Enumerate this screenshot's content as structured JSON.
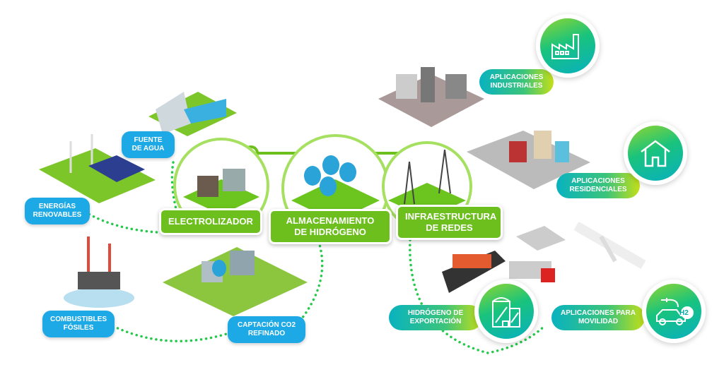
{
  "sources": {
    "water": "FUENTE DE AGUA",
    "renewables": "ENERGÍAS RENOVABLES",
    "fossil": "COMBUSTIBLES FÓSILES",
    "co2": "CAPTACIÓN CO2 REFINADO"
  },
  "stages": {
    "electrolyzer": "ELECTROLIZADOR",
    "storage": "ALMACENAMIENTO DE HIDRÓGENO",
    "grid": "INFRAESTRUCTURA DE REDES"
  },
  "applications": {
    "industrial": "APLICACIONES INDUSTRIALES",
    "residential": "APLICACIONES RESIDENCIALES",
    "export": "HIDRÓGENO DE EXPORTACIÓN",
    "mobility": "APLICACIONES PARA MOVILIDAD"
  },
  "h2_badge": "H2",
  "colors": {
    "blue": "#1ca9e6",
    "green": "#6cbf1c",
    "dots": "#22c94a",
    "teal": "#08b2bf"
  }
}
